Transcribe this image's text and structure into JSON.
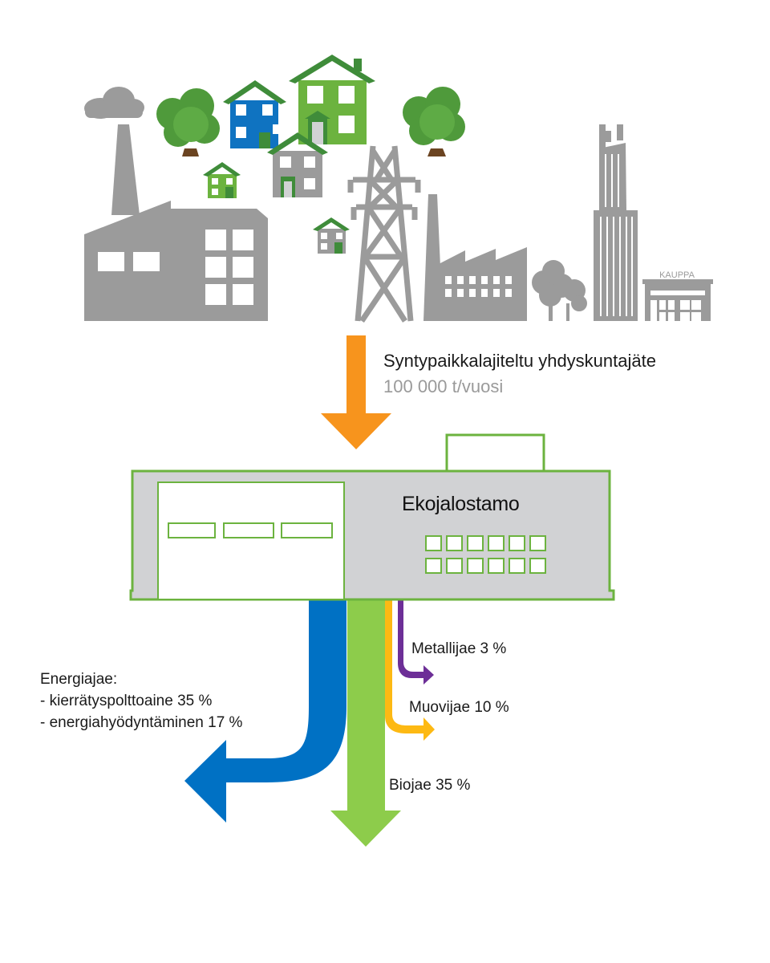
{
  "input": {
    "title": "Syntypaikkalajiteltu yhdyskuntajäte",
    "amount": "100 000 t/vuosi"
  },
  "plant": {
    "name": "Ekojalostamo"
  },
  "city": {
    "shop_sign": "KAUPPA"
  },
  "outputs": {
    "metal": "Metallijae 3 %",
    "plastic": "Muovijae 10 %",
    "bio": "Biojae 35 %",
    "energy": {
      "heading": "Energiajae:",
      "items": [
        "- kierrätyspolttoaine 35 %",
        "- energiahyödyntäminen 17 %"
      ]
    }
  },
  "colors": {
    "gray": "#9b9b9b",
    "house_blue": "#0f73c1",
    "house_green": "#6cb33f",
    "roof_green": "#3f8c3a",
    "tree_green": "#4f9a3b",
    "trunk": "#6b4421",
    "input_arrow": "#f7941d",
    "plant_fill": "#d1d2d4",
    "plant_outline": "#6cb33f",
    "energy_arrow": "#0071c4",
    "bio_arrow": "#8dcc4b",
    "plastic_arrow": "#fdb913",
    "metal_arrow": "#6d2f97"
  }
}
